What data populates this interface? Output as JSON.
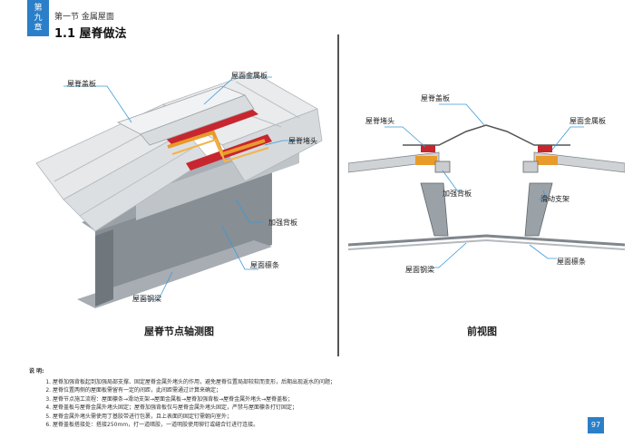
{
  "header": {
    "chapter_line1": "第",
    "chapter_line2": "九",
    "chapter_line3": "章",
    "section": "第一节  金属屋面",
    "title": "1.1  屋脊做法"
  },
  "left_panel": {
    "caption": "屋脊节点轴测图",
    "labels": {
      "ridge_cover": "屋脊盖板",
      "roof_metal_panel": "屋面金属板",
      "ridge_end_cap": "屋脊堵头",
      "reinforcing_back_plate": "加强背板",
      "roof_purlin": "屋面檩条",
      "roof_steel_beam": "屋面钢梁"
    }
  },
  "right_panel": {
    "caption": "前视图",
    "labels": {
      "ridge_cover": "屋脊盖板",
      "ridge_end_cap": "屋脊堵头",
      "roof_metal_panel": "屋面金属板",
      "reinforcing_back_plate": "加强背板",
      "sliding_support": "滑动支架",
      "roof_steel_beam": "屋面钢梁",
      "roof_purlin": "屋面檩条"
    }
  },
  "notes": {
    "title": "说  明:",
    "items": [
      "屋脊加强背板起到加强局部支撑、固定屋脊金属外堵头的作用，避免屋脊位置局部较软而变形，后期出现返水的问题；",
      "屋脊位置两侧的屋面板需留有一定的间距，此间距需通过计算来确定；",
      "屋脊节点施工流程：屋面檩条→滑动支架→屋面金属板→屋脊加强背板→屋脊金属外堵头→屋脊盖板；",
      "屋脊盖板与屋脊金属外堵头固定；屋脊加强背板仅与屋脊金属外堵头固定，严禁与屋面檩条打钉固定；",
      "屋脊金属外堵头需使用丁基胶带进行包裹，且上表面的固定钉需朝向室外；",
      "屋脊盖板搭接处：搭接250mm，打一道暗胶，一道明胶使用铆钉或缝合钉进行连接。"
    ]
  },
  "page_number": "97",
  "colors": {
    "accent": "#2a7fc8",
    "leader_line": "#3a9ad9",
    "steel_gray": "#8f969c",
    "panel_light": "#e4e6e8",
    "end_cap_red": "#c8262e",
    "back_plate_orange": "#e89a2a"
  }
}
